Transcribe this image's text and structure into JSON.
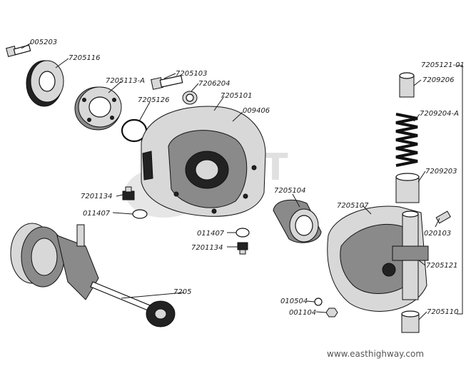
{
  "labels": {
    "p005203": "005203",
    "p7205116": "7205116",
    "p7205113a": "7205113-A",
    "p7205103": "7205103",
    "p7206204": "7206204",
    "p7205126": "7205126",
    "p7205101": "7205101",
    "p009406": "009406",
    "p7201134a": "7201134",
    "p011407a": "011407",
    "p7205104": "7205104",
    "p7205107": "7205107",
    "p011407b": "011407",
    "p7201134b": "7201134",
    "p7205": "7205",
    "p010504": "010504",
    "p001104": "001104",
    "p7205121_01": "7205121-01",
    "p7209206": "7209206",
    "p7209204a": "7209204-A",
    "p7209203": "7209203",
    "p020103": "020103",
    "p7205121": "7205121",
    "p7205110": "7205110"
  },
  "watermark": {
    "url": "www.easthighway.com"
  },
  "colors": {
    "ink": "#1a1a1a",
    "watermark": "#c8c8c8",
    "background": "#ffffff"
  }
}
